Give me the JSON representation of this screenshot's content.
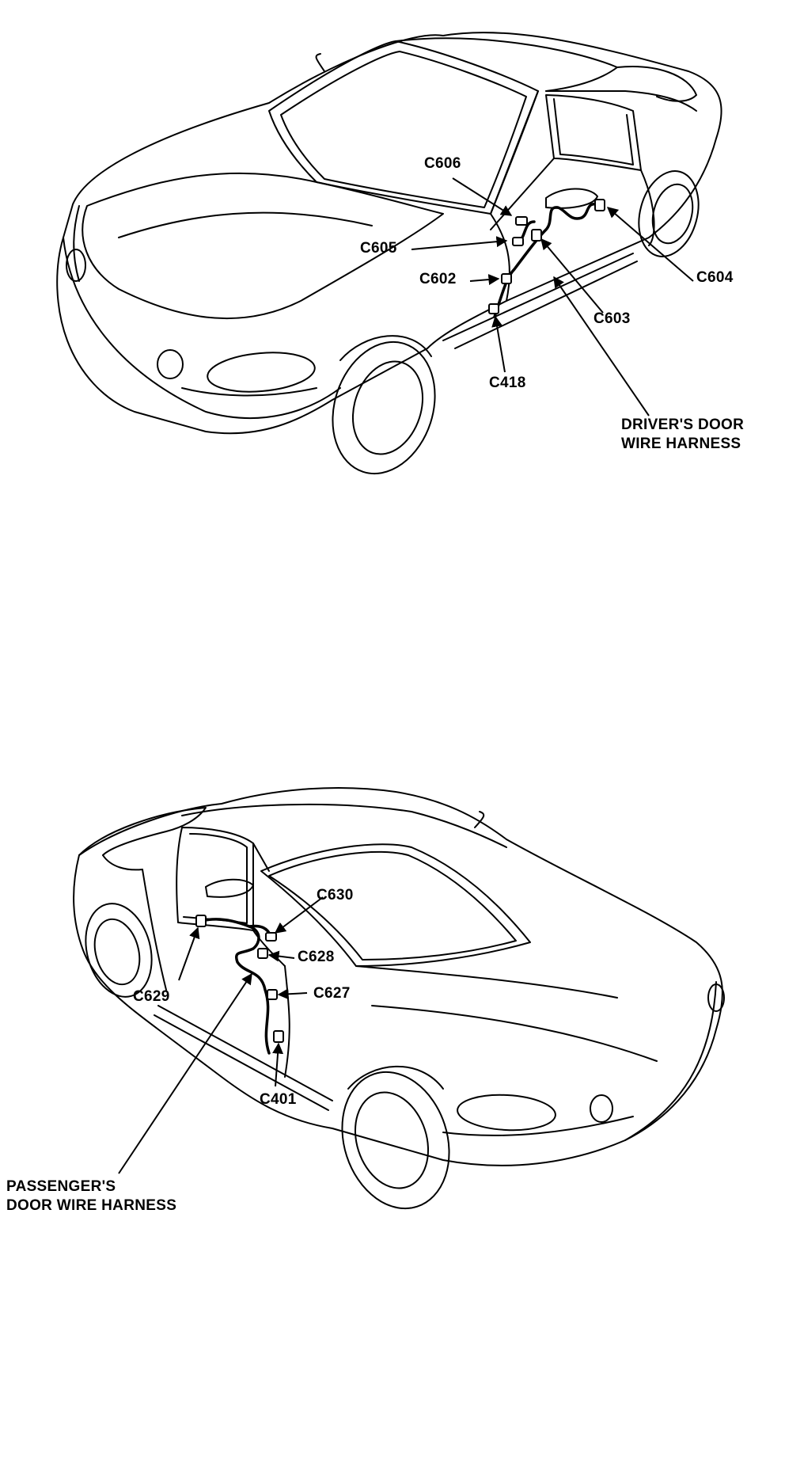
{
  "driver": {
    "connectors": {
      "c606": "C606",
      "c605": "C605",
      "c602": "C602",
      "c418": "C418",
      "c604": "C604",
      "c603": "C603"
    },
    "harness_label": [
      "DRIVER'S DOOR",
      "WIRE HARNESS"
    ]
  },
  "passenger": {
    "connectors": {
      "c630": "C630",
      "c628": "C628",
      "c627": "C627",
      "c629": "C629",
      "c401": "C401"
    },
    "harness_label": [
      "PASSENGER'S",
      "DOOR WIRE HARNESS"
    ]
  },
  "colors": {
    "line": "#000000",
    "background": "#ffffff"
  }
}
